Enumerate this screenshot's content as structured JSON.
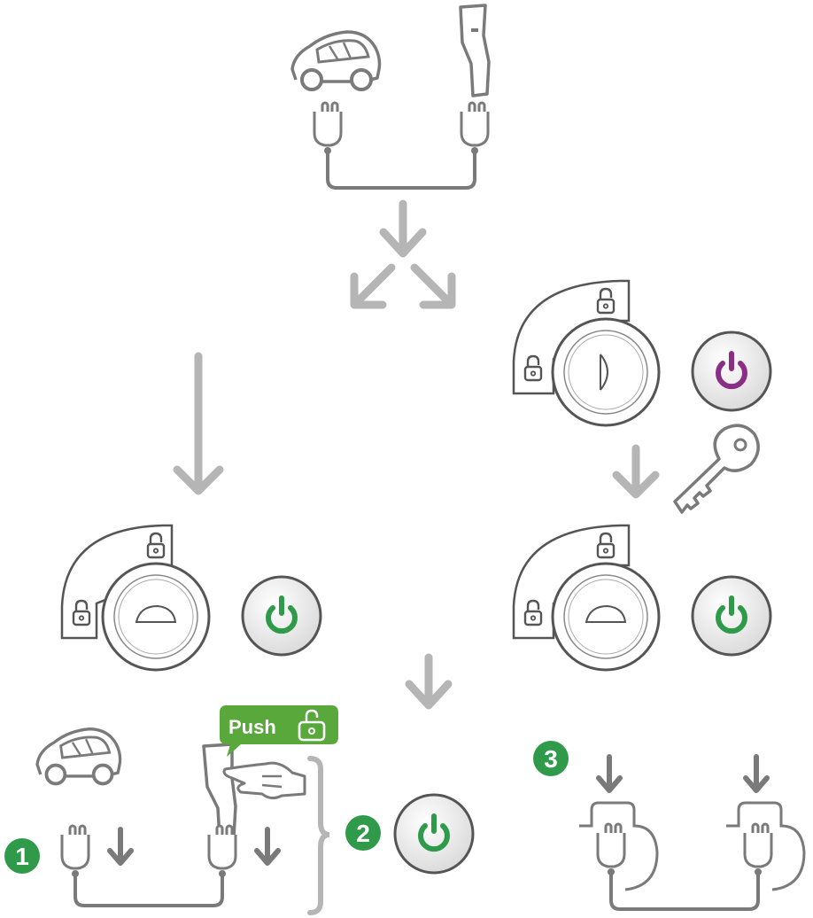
{
  "push_callout": {
    "label": "Push"
  },
  "steps": [
    "1",
    "2",
    "3"
  ],
  "colors": {
    "line_gray": "#7a7a7a",
    "arrow_gray": "#b5b5b5",
    "green": "#2f9a4a",
    "callout_green": "#58a83b",
    "purple": "#8a2e86"
  },
  "icons": {
    "vehicle": "car-icon",
    "plug": "plug-icon",
    "charger_handle": "charger-handle-icon",
    "lock": "padlock-icon",
    "key": "key-icon",
    "power": "power-icon"
  }
}
